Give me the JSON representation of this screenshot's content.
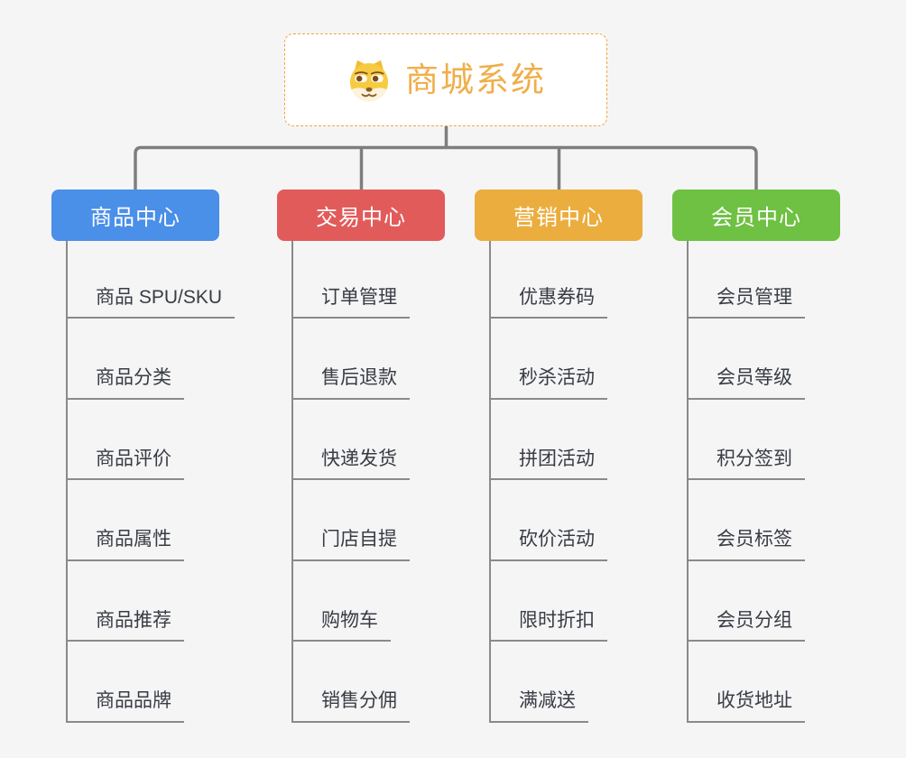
{
  "root": {
    "title": "商城系统",
    "icon": "dog-face-icon"
  },
  "branches": [
    {
      "label": "商品中心",
      "color": "#4a8fe8",
      "items": [
        "商品 SPU/SKU",
        "商品分类",
        "商品评价",
        "商品属性",
        "商品推荐",
        "商品品牌"
      ]
    },
    {
      "label": "交易中心",
      "color": "#e25b5b",
      "items": [
        "订单管理",
        "售后退款",
        "快递发货",
        "门店自提",
        "购物车",
        "销售分佣"
      ]
    },
    {
      "label": "营销中心",
      "color": "#ebad3e",
      "items": [
        "优惠券码",
        "秒杀活动",
        "拼团活动",
        "砍价活动",
        "限时折扣",
        "满减送"
      ]
    },
    {
      "label": "会员中心",
      "color": "#6ec143",
      "items": [
        "会员管理",
        "会员等级",
        "积分签到",
        "会员标签",
        "会员分组",
        "收货地址"
      ]
    }
  ],
  "colors": {
    "background": "#f5f5f6",
    "connector_line": "#7e7e7e",
    "item_line": "#8a8a8a",
    "item_text": "#383c43",
    "root_border": "#f2a53c",
    "root_text": "#f0ae4a"
  }
}
